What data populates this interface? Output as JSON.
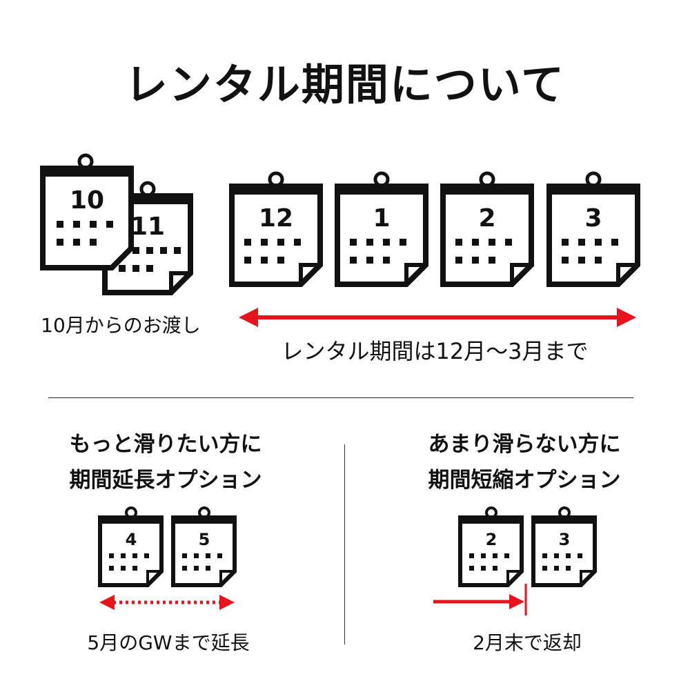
{
  "title": "レンタル期間について",
  "top": {
    "delivery_calendars": [
      "10",
      "11"
    ],
    "delivery_caption": "10月からのお渡し",
    "rental_calendars": [
      "12",
      "1",
      "2",
      "3"
    ],
    "rental_caption": "レンタル期間は12月〜3月まで"
  },
  "extend": {
    "heading_line1": "もっと滑りたい方に",
    "heading_line2": "期間延長オプション",
    "calendars": [
      "4",
      "5"
    ],
    "caption": "5月のGWまで延長"
  },
  "shorten": {
    "heading_line1": "あまり滑らない方に",
    "heading_line2": "期間短縮オプション",
    "calendars": [
      "2",
      "3"
    ],
    "caption": "2月末で返却"
  },
  "colors": {
    "accent": "#e8141b",
    "ink": "#111111"
  },
  "icons": [
    "calendar-icon",
    "double-arrow-icon",
    "dotted-double-arrow-icon",
    "return-arrow-icon"
  ]
}
